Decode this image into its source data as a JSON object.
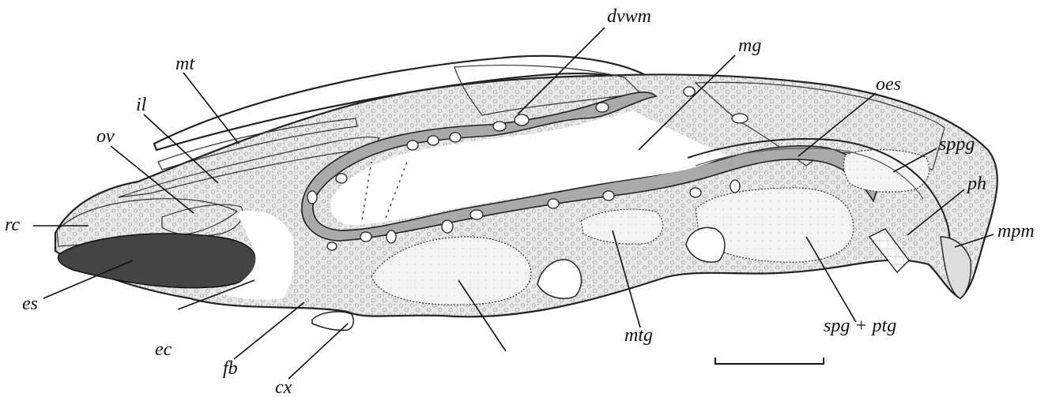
{
  "figure": {
    "labels": {
      "dvwm": "dvwm",
      "mg": "mg",
      "mt": "mt",
      "il": "il",
      "oes": "oes",
      "ov": "ov",
      "sppg": "sppg",
      "ph": "ph",
      "rc": "rc",
      "mpm": "mpm",
      "es": "es",
      "ec": "ec",
      "fb": "fb",
      "cx": "cx",
      "mtg": "mtg",
      "spg_ptg": "spg + ptg"
    },
    "colors": {
      "tissue": "#e6e6e6",
      "gut_wall": "#a9a9a9",
      "ovary": "#a0a0a0",
      "receptacle": "#b9b9b9",
      "egg_sac": "#444444",
      "cavity": "#ffffff",
      "gland": "#f1f1f1"
    },
    "scale_bar": true
  }
}
